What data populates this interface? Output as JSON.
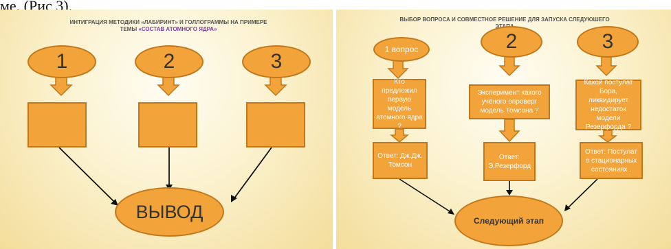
{
  "caption": "ме. (Рис 3).",
  "left_slide": {
    "title_line1": "ИНТИГРАЦИЯ МЕТОДИКИ «ЛАБИРИНТ» И ГОЛЛОГРАММЫ НА ПРИМЕРЕ",
    "title_line2_prefix": "ТЕМЫ ",
    "title_line2_accent": "«СОСТАВ АТОМНОГО ЯДРА»",
    "ellipses": [
      "1",
      "2",
      "3"
    ],
    "conclusion": "ВЫВОД"
  },
  "right_slide": {
    "title_line1": "ВЫБОР ВОПРОСА И СОВМЕСТНОЕ РЕШЕНИЕ ДЛЯ ЗАПУСКА СЛЕДУЮШЕГО",
    "title_line2": "ЭТАПА",
    "ellipses": [
      "1 вопрос",
      "2",
      "3"
    ],
    "questions": [
      "Кто предложил первую модель атомного ядра ?",
      "Эксперимент какого учёного опроверг модель Томсона ?",
      "Какой постулат Бора, ликвидирует недостаток модели Резерфорда ?"
    ],
    "answers": [
      "Ответ: Дж.Дж. Томсон",
      "Ответ: Э.Резерфорд",
      "Ответ: Постулат о стационарных состояниях ."
    ],
    "conclusion": "Следующий этап"
  }
}
